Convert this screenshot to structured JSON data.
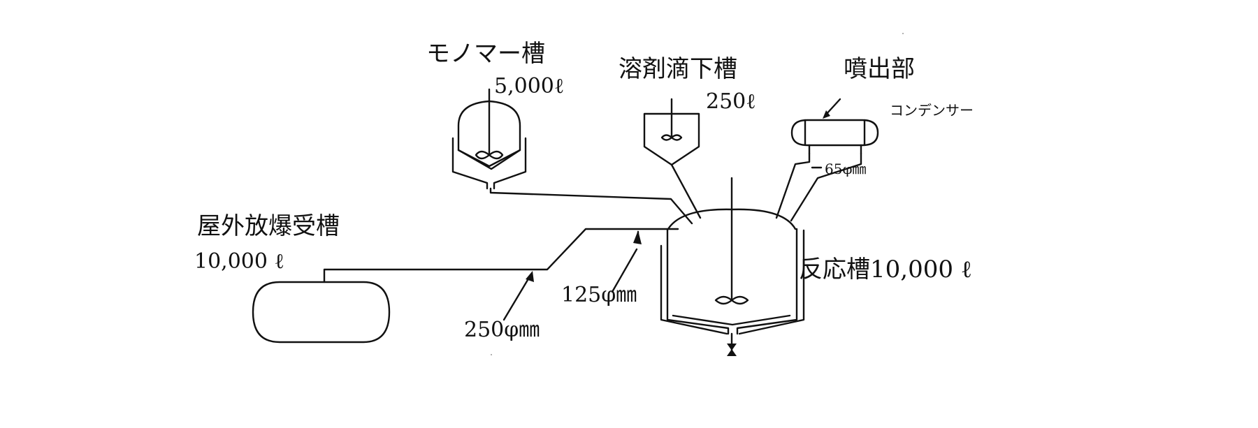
{
  "diagram": {
    "monomer_tank": {
      "name": "モノマー槽",
      "capacity": "5,000ℓ"
    },
    "solvent_drop_tank": {
      "name": "溶剤滴下槽",
      "capacity": "250ℓ"
    },
    "nozzle": {
      "name": "噴出部"
    },
    "condenser": {
      "name": "コンデンサー"
    },
    "condenser_pipe": {
      "diameter": "65φ㎜"
    },
    "reactor": {
      "name": "反応槽",
      "capacity": "10,000 ℓ"
    },
    "blowdown_tank": {
      "name": "屋外放爆受槽",
      "capacity": "10,000 ℓ"
    },
    "pipe_main": {
      "diameter": "125φ㎜"
    },
    "pipe_outlet": {
      "diameter": "250φ㎜"
    }
  }
}
